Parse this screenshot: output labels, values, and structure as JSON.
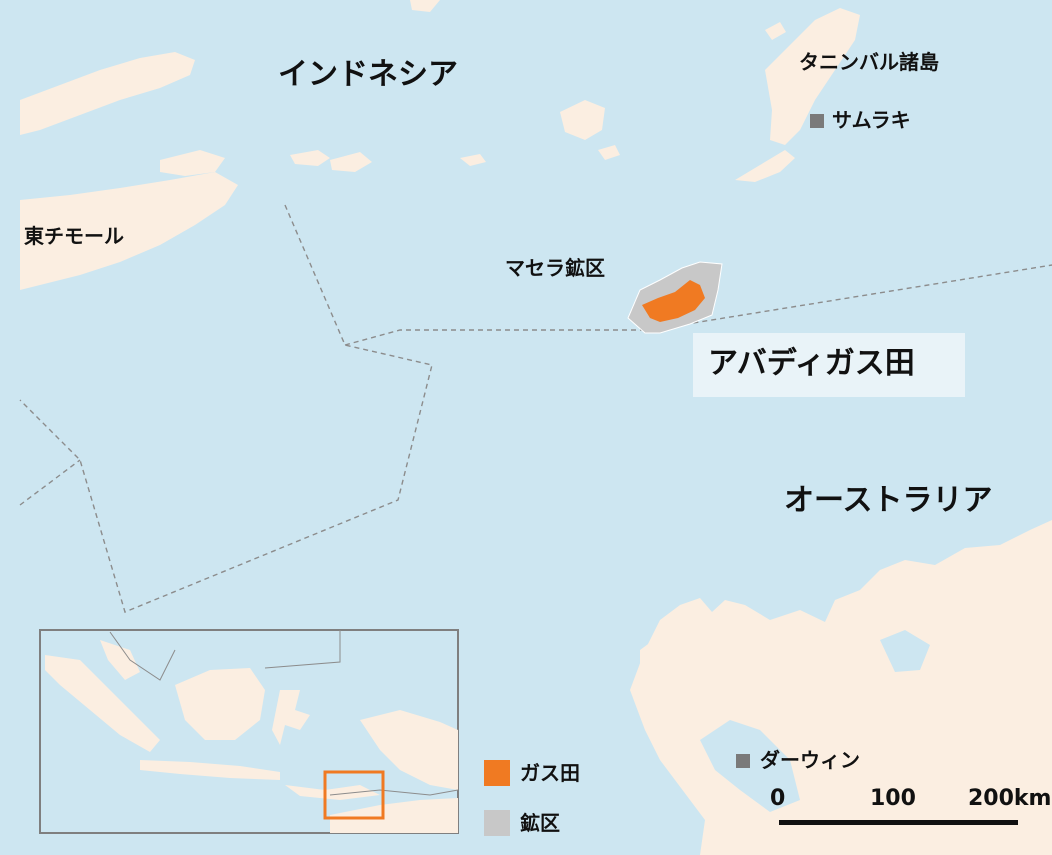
{
  "map": {
    "colors": {
      "sea": "#cde6f1",
      "land": "#fbeee1",
      "block": "#c8c8c8",
      "gas_field": "#f07a22",
      "boundary": "#8c8c8c",
      "inset_frame": "#7f7f7f",
      "inset_highlight": "#f07a22"
    },
    "labels": {
      "indonesia": "インドネシア",
      "east_timor": "東チモール",
      "tanimbar": "タニンバル諸島",
      "saumlaki": "サムラキ",
      "masela_block": "マセラ鉱区",
      "abadi_field": "アバディガス田",
      "australia": "オーストラリア",
      "darwin": "ダーウィン"
    },
    "legend": {
      "gas_field": "ガス田",
      "block": "鉱区"
    },
    "scale": {
      "label_0": "0",
      "label_100": "100",
      "label_200": "200km"
    },
    "icons": {
      "city_marker": "square-marker-icon"
    }
  }
}
